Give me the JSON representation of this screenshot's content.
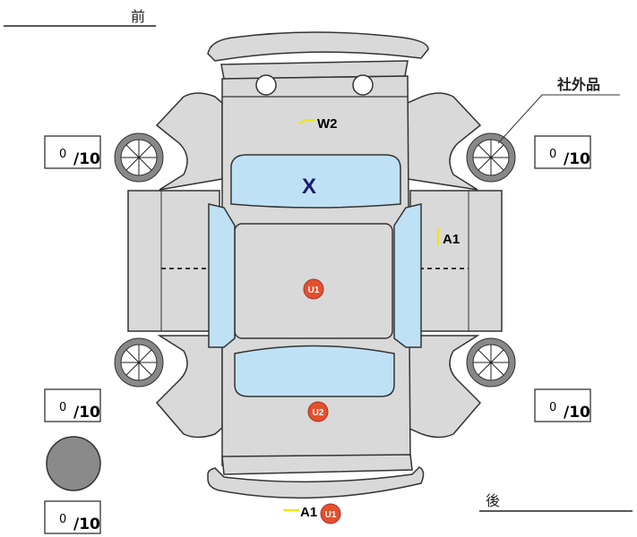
{
  "labels": {
    "front": "前",
    "rear": "後",
    "aftermarket": "社外品"
  },
  "tire_scores": [
    {
      "position": "front-left",
      "value": "0",
      "max": "/10"
    },
    {
      "position": "front-right",
      "value": "0",
      "max": "/10"
    },
    {
      "position": "rear-left",
      "value": "0",
      "max": "/10"
    },
    {
      "position": "rear-right",
      "value": "0",
      "max": "/10"
    },
    {
      "position": "spare",
      "value": "0",
      "max": "/10"
    }
  ],
  "damage_marks": {
    "windshield": "X",
    "hood": "W2",
    "right_door": "A1",
    "roof": "U1",
    "trunk": "U2",
    "rear_bumper_a": "A1",
    "rear_bumper_u": "U1"
  },
  "colors": {
    "glass": "#bfe1f5",
    "body": "#d9d9d9",
    "badge": "#e4502c",
    "mark_line": "#f2e600",
    "x_mark": "#1a1a6e"
  }
}
